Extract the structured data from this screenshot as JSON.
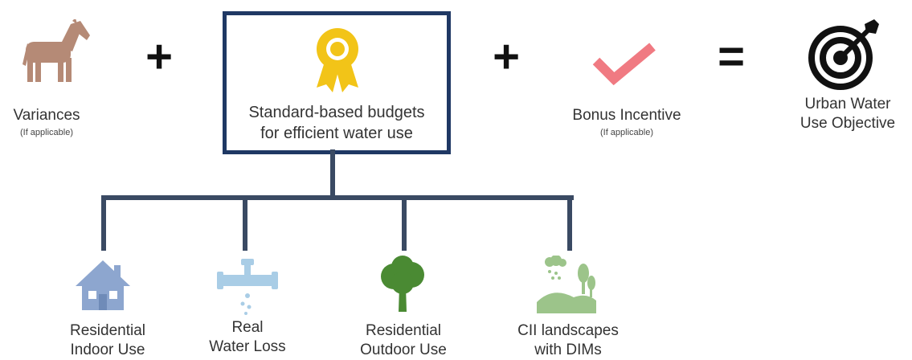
{
  "variances": {
    "label": "Variances",
    "note": "(If applicable)",
    "icon": "horse-icon"
  },
  "plus_1": "+",
  "budgets": {
    "line1": "Standard-based budgets",
    "line2": "for efficient water use",
    "icon": "award-ribbon-icon"
  },
  "plus_2": "+",
  "bonus": {
    "label": "Bonus Incentive",
    "note": "(If applicable)",
    "icon": "checkmark-icon"
  },
  "equals": "=",
  "objective": {
    "line1": "Urban Water",
    "line2": "Use Objective",
    "icon": "target-icon"
  },
  "components": [
    {
      "line1": "Residential",
      "line2": "Indoor Use",
      "icon": "house-icon"
    },
    {
      "line1": "Real",
      "line2": "Water Loss",
      "icon": "leaking-pipe-icon"
    },
    {
      "line1": "Residential",
      "line2": "Outdoor Use",
      "icon": "tree-icon"
    },
    {
      "line1": "CII landscapes",
      "line2": "with DIMs",
      "icon": "landscape-icon"
    }
  ],
  "colors": {
    "box_border": "#1f3864",
    "connector": "#3a4a63",
    "horse": "#b58a76",
    "ribbon": "#f2c418",
    "check": "#f07a82",
    "target": "#111111",
    "house": "#8da6cf",
    "pipe": "#a9cde6",
    "tree": "#4a8a33",
    "landscape": "#9cc48a"
  }
}
